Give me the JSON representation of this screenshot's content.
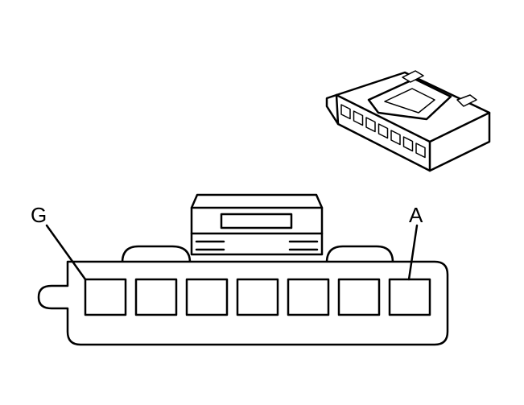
{
  "diagram": {
    "terminal_labels": {
      "left": "G",
      "right": "A"
    },
    "cavity_count": 7
  }
}
